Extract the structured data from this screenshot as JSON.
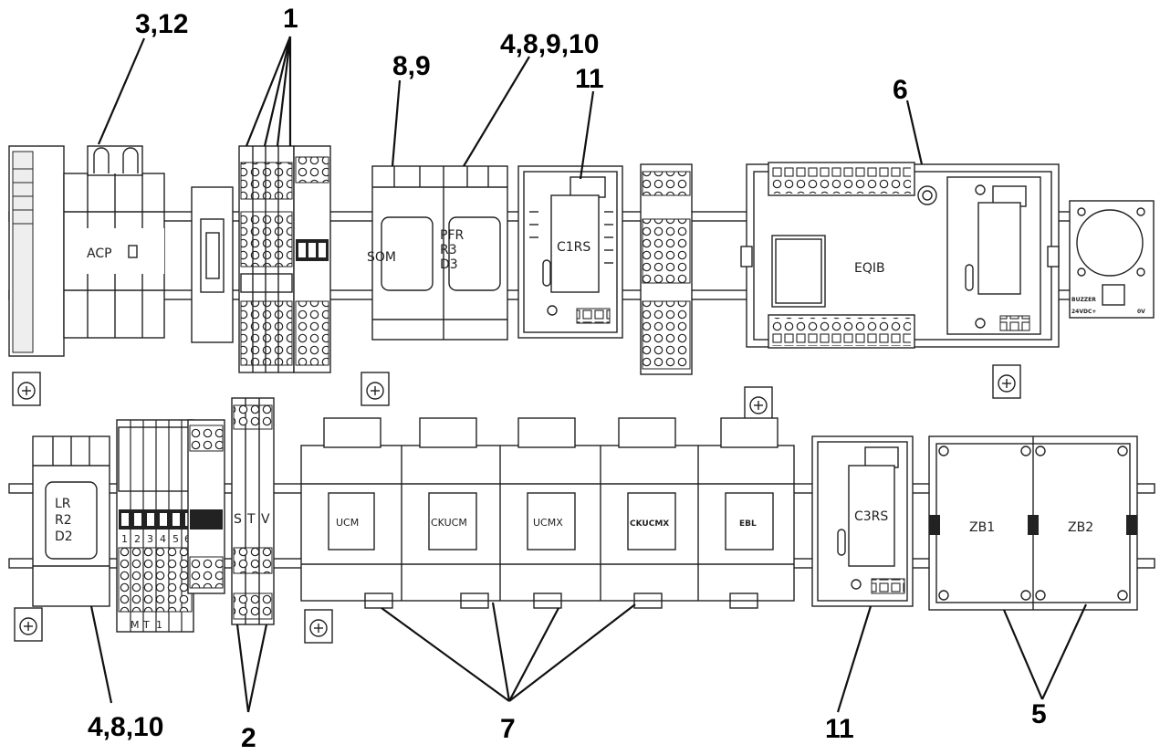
{
  "callouts": {
    "c_3_12": "3,12",
    "c_1": "1",
    "c_8_9": "8,9",
    "c_4_8_9_10": "4,8,9,10",
    "c_11_top": "11",
    "c_6": "6",
    "c_4_8_10": "4,8,10",
    "c_2": "2",
    "c_7": "7",
    "c_11_bottom": "11",
    "c_5": "5"
  },
  "modules": {
    "acp": "ACP",
    "som": "SOM",
    "pfr": [
      "PFR",
      "R3",
      "D3"
    ],
    "c1rs": "C1RS",
    "eqib": "EQIB",
    "buzzer": {
      "title": "BUZZER",
      "plus": "24VDC+",
      "minus": "0V"
    },
    "lr": [
      "LR",
      "R2",
      "D2"
    ],
    "terminal_numbers": [
      "1",
      "2",
      "3",
      "4",
      "5",
      "6"
    ],
    "terminal_bottom": [
      "M",
      "T",
      "1"
    ],
    "stv": [
      "S",
      "T",
      "V"
    ],
    "ucm": "UCM",
    "ckucm": "CKUCM",
    "ucmx": "UCMX",
    "ckucmx": "CKUCMX",
    "ebl": "EBL",
    "c3rs": "C3RS",
    "zb1": "ZB1",
    "zb2": "ZB2"
  }
}
